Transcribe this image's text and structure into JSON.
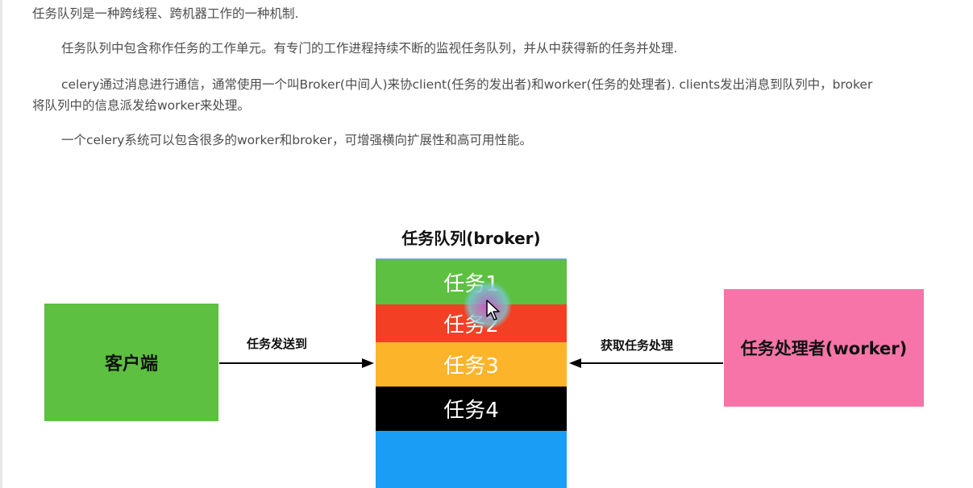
{
  "text": {
    "p1": "任务队列是一种跨线程、跨机器工作的一种机制.",
    "p2": "任务队列中包含称作任务的工作单元。有专门的工作进程持续不断的监视任务队列，并从中获得新的任务并处理.",
    "p3_line1": "celery通过消息进行通信，通常使用一个叫Broker(中间人)来协client(任务的发出者)和worker(任务的处理者). clients发出消息到队列中，broker",
    "p3_line2": "将队列中的信息派发给worker来处理。",
    "p4": "一个celery系统可以包含很多的worker和broker，可增强横向扩展性和高可用性能。"
  },
  "diagram": {
    "queue_title": "任务队列(broker)",
    "tasks": [
      "任务1",
      "任务2",
      "任务3",
      "任务4",
      ""
    ],
    "client_label": "客户端",
    "worker_label": "任务处理者(worker)",
    "send_label": "任务发送到",
    "fetch_label": "获取任务处理",
    "colors": {
      "client": "#5dc040",
      "worker": "#f674a8",
      "task1": "#5dc040",
      "task2": "#f33f23",
      "task3": "#fcb42a",
      "task4": "#000000",
      "task5": "#1a9ef5"
    }
  },
  "icons": {
    "cursor": "mouse-pointer-icon"
  }
}
